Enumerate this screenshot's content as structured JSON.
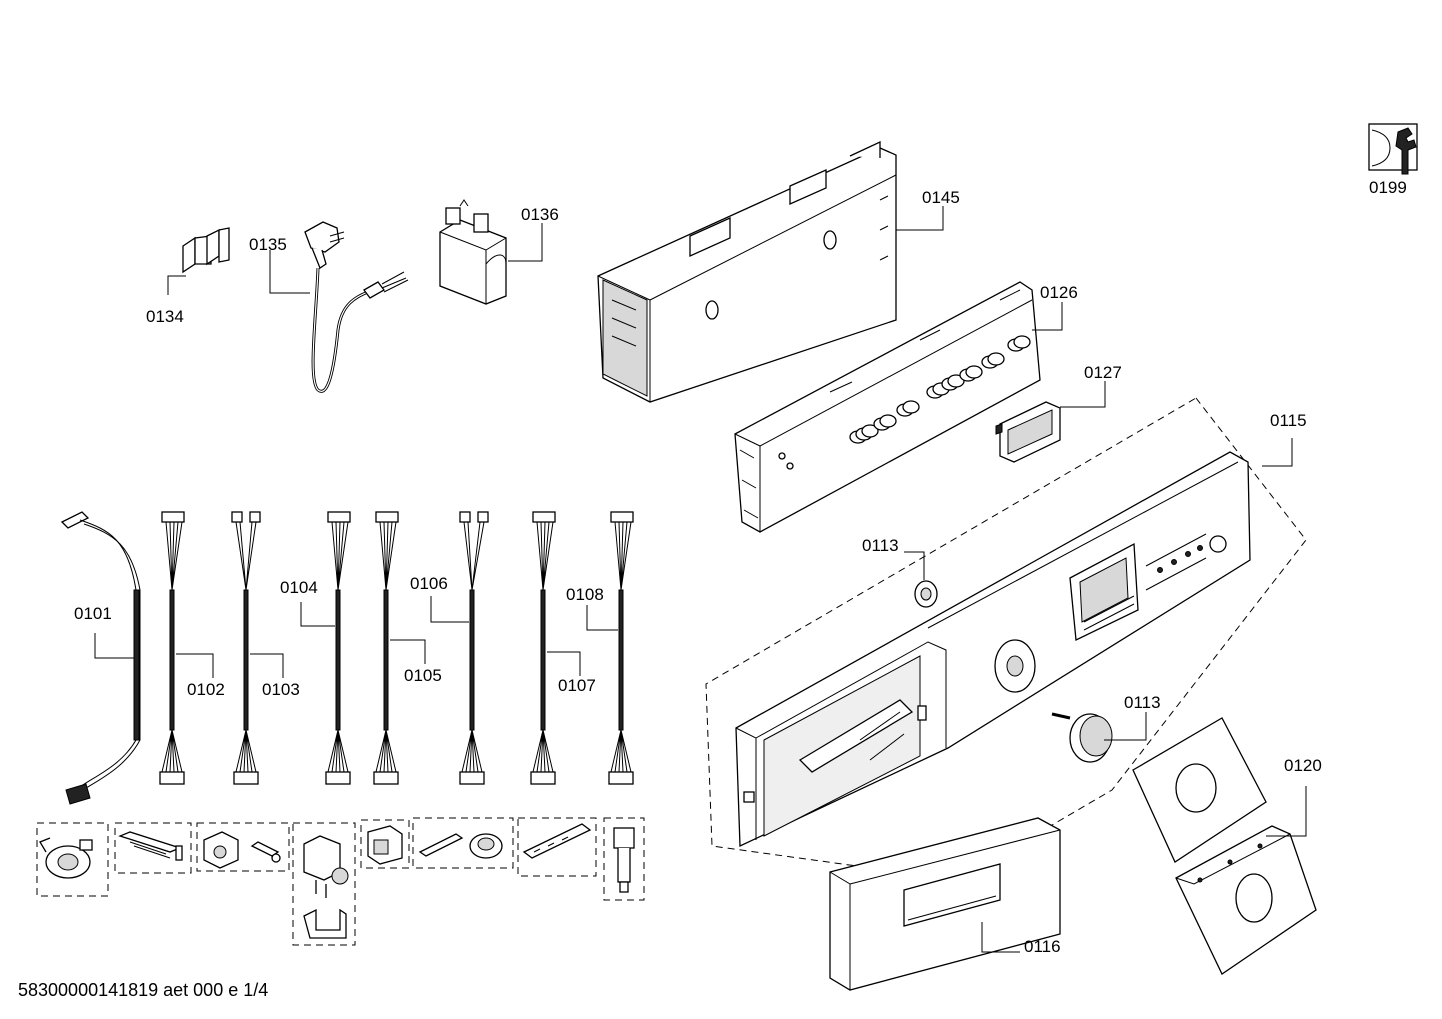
{
  "labels": {
    "p0101": "0101",
    "p0102": "0102",
    "p0103": "0103",
    "p0104": "0104",
    "p0105": "0105",
    "p0106": "0106",
    "p0107": "0107",
    "p0108": "0108",
    "p0113a": "0113",
    "p0113b": "0113",
    "p0115": "0115",
    "p0116": "0116",
    "p0120": "0120",
    "p0126": "0126",
    "p0127": "0127",
    "p0134": "0134",
    "p0135": "0135",
    "p0136": "0136",
    "p0145": "0145",
    "p0199": "0199"
  },
  "footer": "58300000141819 aet 000 e 1/4",
  "icons": {
    "service": "wrench-icon"
  }
}
